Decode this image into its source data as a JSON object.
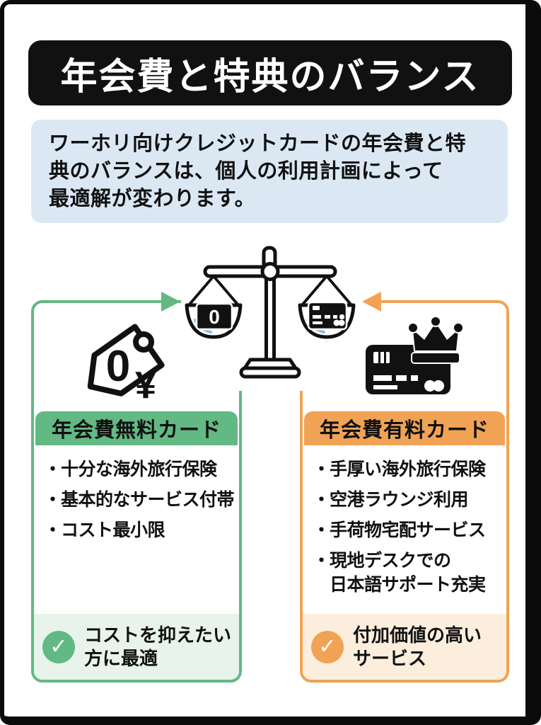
{
  "colors": {
    "ink": "#111111",
    "green": "#62b983",
    "green_pale": "#e7f3eb",
    "orange": "#f0a355",
    "orange_pale": "#fbeedc",
    "desc_bg": "#dbe8f4",
    "highlight_blue": "#8fbcd4"
  },
  "bullet_char": "・",
  "icons": {
    "check": "✓"
  },
  "title": "年会費と特典のバランス",
  "description": {
    "lines": [
      "ワーホリ向けクレジットカードの年会費と特",
      "典のバランスは、個人の利用計画によって",
      "最適解が変わります。"
    ]
  },
  "scale": {
    "left_pan_label": "0"
  },
  "price_tag": {
    "zero": "0",
    "yen": "¥"
  },
  "panels": [
    {
      "header": "年会費無料カード",
      "bullets": [
        [
          "十分な海外旅行保険"
        ],
        [
          "基本的なサービス付帯"
        ],
        [
          "コスト最小限"
        ]
      ],
      "footer_lines": [
        "コストを抑えたい",
        "方に最適"
      ]
    },
    {
      "header": "年会費有料カード",
      "bullets": [
        [
          "手厚い海外旅行保険"
        ],
        [
          "空港ラウンジ利用"
        ],
        [
          "手荷物宅配サービス"
        ],
        [
          "現地デスクでの",
          "日本語サポート充実"
        ]
      ],
      "footer_lines": [
        "付加価値の高い",
        "サービス"
      ]
    }
  ]
}
